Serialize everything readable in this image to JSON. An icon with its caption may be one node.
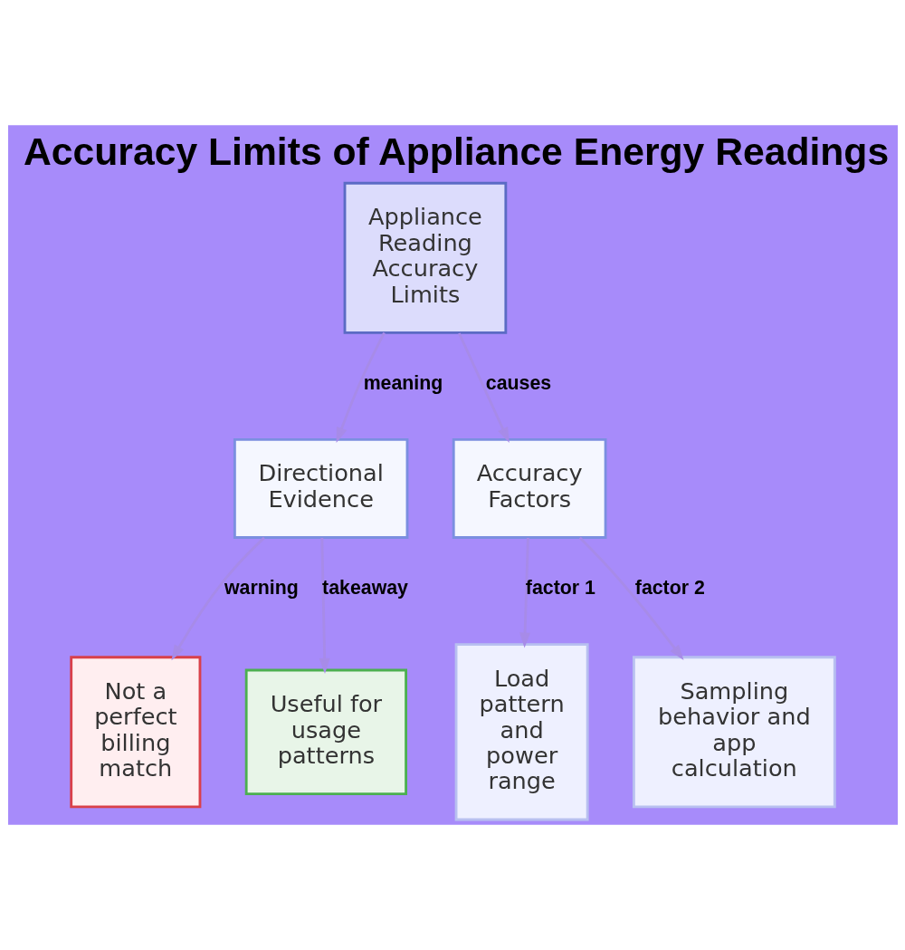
{
  "diagram": {
    "title": "Accuracy Limits of Appliance Energy Readings",
    "nodes": [
      {
        "text": [
          "Appliance Reading Accuracy Limits"
        ]
      },
      {
        "text": [
          "Directional Evidence"
        ]
      },
      {
        "text": [
          "Accuracy Factors"
        ]
      },
      {
        "text": [
          "Not a perfect billing match"
        ]
      },
      {
        "text": [
          "Useful for usage patterns"
        ]
      },
      {
        "text": [
          "Load pattern and power range"
        ]
      },
      {
        "text": [
          "Sampling behavior and app calculation"
        ]
      }
    ],
    "edges": [
      {
        "from": 0,
        "to": 1,
        "arrow": "to",
        "label": "meaning"
      },
      {
        "from": 0,
        "to": 2,
        "arrow": "to",
        "label": "causes"
      },
      {
        "from": 1,
        "to": 3,
        "arrow": "to",
        "label": "warning"
      },
      {
        "from": 1,
        "to": 4,
        "arrow": "to",
        "label": "takeaway"
      },
      {
        "from": 2,
        "to": 5,
        "arrow": "to",
        "label": "factor 1"
      },
      {
        "from": 2,
        "to": 6,
        "arrow": "to",
        "label": "factor 2"
      }
    ]
  }
}
